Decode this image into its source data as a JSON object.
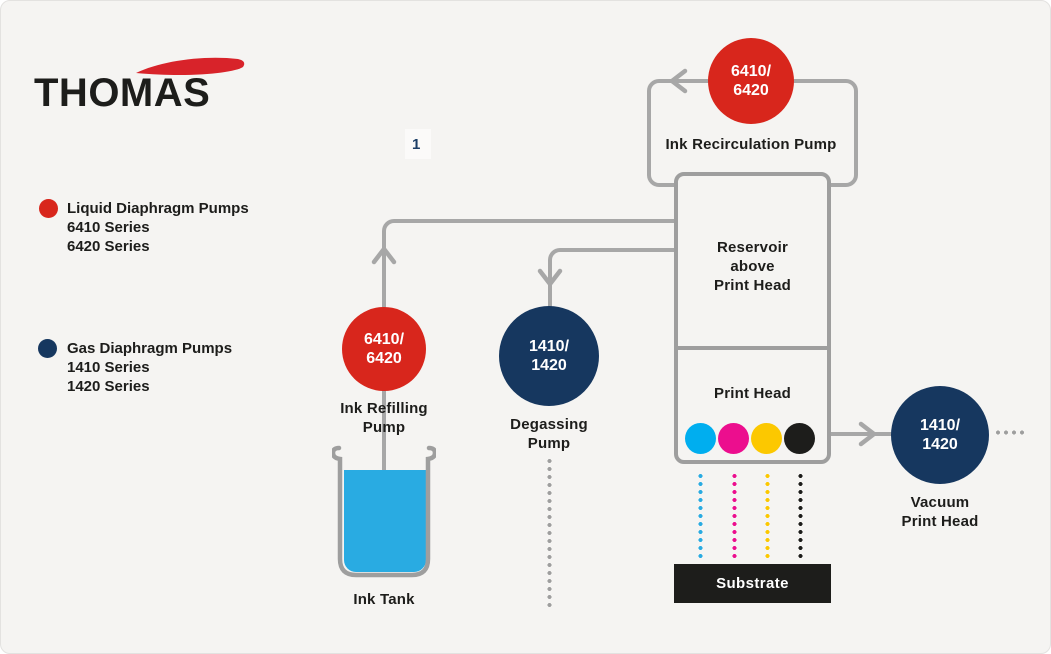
{
  "brand": {
    "logo_text": "THOMAS",
    "swoosh_color": "#d8232a"
  },
  "page_marker": "1",
  "legend": {
    "items": [
      {
        "dot_color": "#d8261c",
        "title": "Liquid Diaphragm Pumps",
        "lines": [
          "6410 Series",
          "6420 Series"
        ]
      },
      {
        "dot_color": "#16375f",
        "title": "Gas Diaphragm Pumps",
        "lines": [
          "1410 Series",
          "1420 Series"
        ]
      }
    ]
  },
  "pumps": {
    "recirculation": {
      "badge_line1": "6410/",
      "badge_line2": "6420",
      "label": "Ink Recirculation Pump",
      "color": "#d8261c"
    },
    "refilling": {
      "badge_line1": "6410/",
      "badge_line2": "6420",
      "label_line1": "Ink Refilling",
      "label_line2": "Pump",
      "color": "#d8261c"
    },
    "degassing": {
      "badge_line1": "1410/",
      "badge_line2": "1420",
      "label_line1": "Degassing",
      "label_line2": "Pump",
      "color": "#16375f"
    },
    "vacuum": {
      "badge_line1": "1410/",
      "badge_line2": "1420",
      "label_line1": "Vacuum",
      "label_line2": "Print Head",
      "color": "#16375f"
    }
  },
  "reservoir": {
    "line1": "Reservoir",
    "line2": "above",
    "line3": "Print Head"
  },
  "print_head": {
    "label": "Print Head",
    "ink_colors": [
      "#00aeef",
      "#ec0e8e",
      "#fcc800",
      "#1d1d1b"
    ],
    "drop_colors": [
      "#29abe2",
      "#ec0e8e",
      "#fcc800",
      "#1d1d1b"
    ]
  },
  "ink_tank": {
    "label": "Ink Tank",
    "ink_color": "#29abe2"
  },
  "substrate": {
    "label": "Substrate"
  },
  "diagram_colors": {
    "pipe_gray": "#a7a7a7",
    "box_border_gray": "#9e9e9e",
    "background": "#f5f4f2",
    "dot_gray": "#9e9e9e"
  }
}
